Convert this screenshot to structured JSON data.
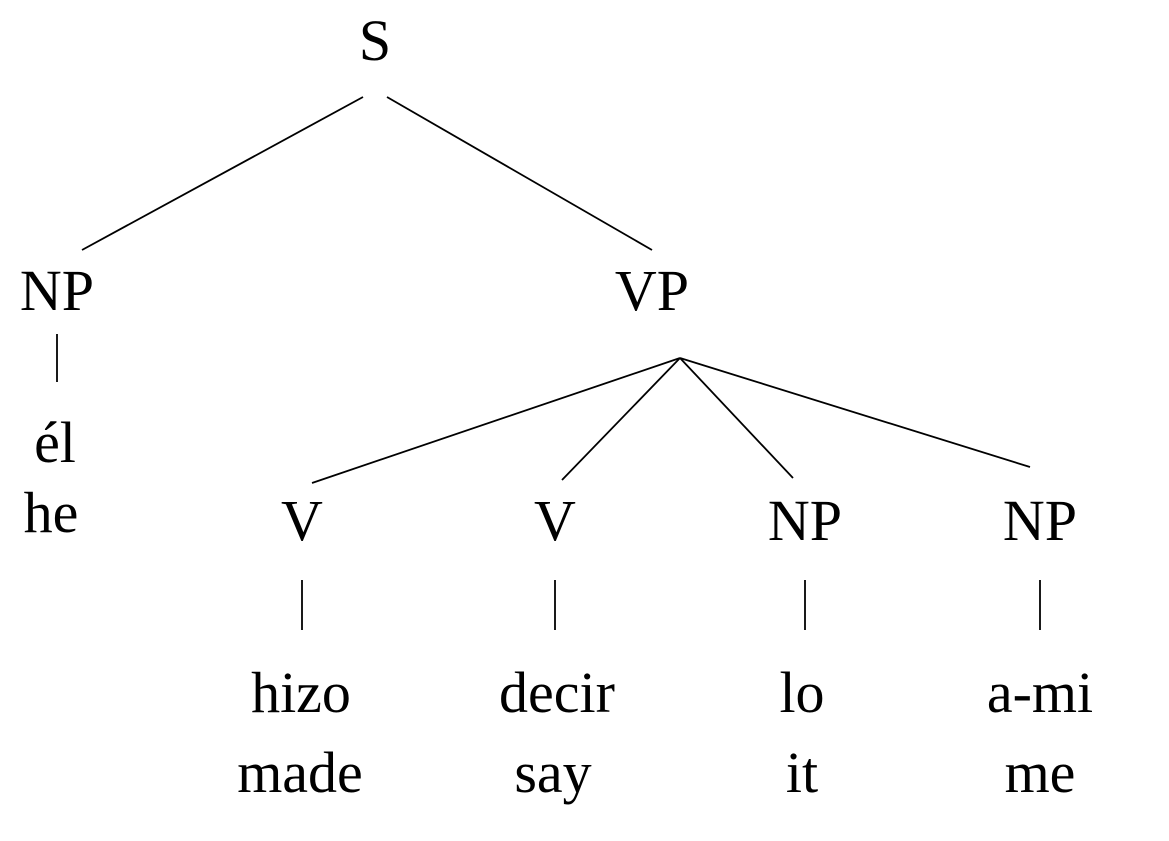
{
  "diagram": {
    "type": "syntax-tree",
    "colors": {
      "line": "#000000",
      "text": "#000000",
      "background": "#ffffff"
    },
    "root": {
      "label": "S"
    },
    "subject": {
      "label": "NP",
      "terminal": "él",
      "gloss": "he"
    },
    "predicate": {
      "label": "VP"
    },
    "vp_children": [
      {
        "label": "V",
        "terminal": "hizo",
        "gloss": "made"
      },
      {
        "label": "V",
        "terminal": "decir",
        "gloss": "say"
      },
      {
        "label": "NP",
        "terminal": "lo",
        "gloss": "it"
      },
      {
        "label": "NP",
        "terminal": "a-mi",
        "gloss": "me"
      }
    ]
  }
}
